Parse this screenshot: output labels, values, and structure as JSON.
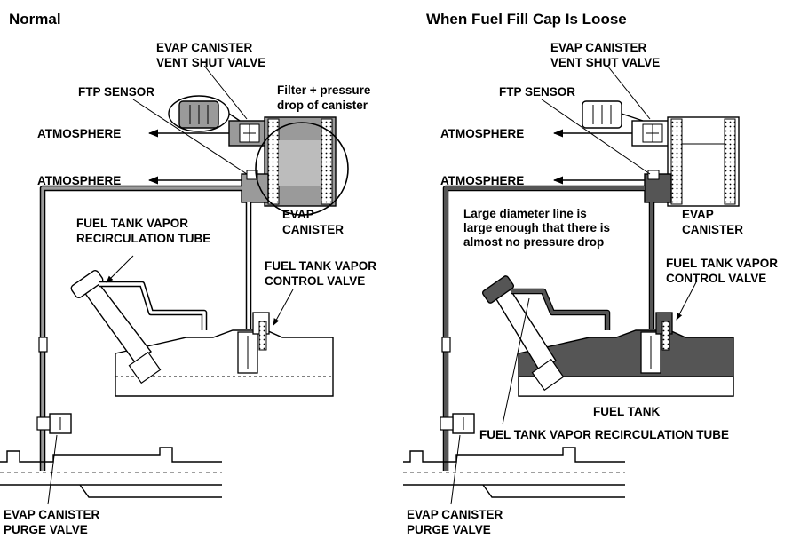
{
  "left": {
    "title": "Normal",
    "labels": {
      "vent_valve_1": "EVAP CANISTER",
      "vent_valve_2": "VENT SHUT VALVE",
      "ftp_sensor": "FTP SENSOR",
      "filter_1": "Filter + pressure",
      "filter_2": "drop of canister",
      "atmosphere_1": "ATMOSPHERE",
      "atmosphere_2": "ATMOSPHERE",
      "evap_1": "EVAP",
      "evap_2": "CANISTER",
      "recirc_1": "FUEL TANK VAPOR",
      "recirc_2": "RECIRCULATION TUBE",
      "control_1": "FUEL TANK VAPOR",
      "control_2": "CONTROL VALVE",
      "purge_1": "EVAP CANISTER",
      "purge_2": "PURGE VALVE"
    }
  },
  "right": {
    "title": "When Fuel Fill Cap Is Loose",
    "labels": {
      "vent_valve_1": "EVAP CANISTER",
      "vent_valve_2": "VENT SHUT VALVE",
      "ftp_sensor": "FTP SENSOR",
      "atmosphere_1": "ATMOSPHERE",
      "atmosphere_2": "ATMOSPHERE",
      "note_1": "Large diameter line is",
      "note_2": "large enough that there is",
      "note_3": "almost no pressure drop",
      "evap_1": "EVAP",
      "evap_2": "CANISTER",
      "control_1": "FUEL TANK VAPOR",
      "control_2": "CONTROL VALVE",
      "fuel_tank": "FUEL TANK",
      "recirc": "FUEL TANK VAPOR RECIRCULATION TUBE",
      "purge_1": "EVAP CANISTER",
      "purge_2": "PURGE VALVE"
    }
  },
  "colors": {
    "line": "#000000",
    "gray_fill": "#9a9a9a",
    "dark_fill": "#555555",
    "background": "#ffffff"
  }
}
